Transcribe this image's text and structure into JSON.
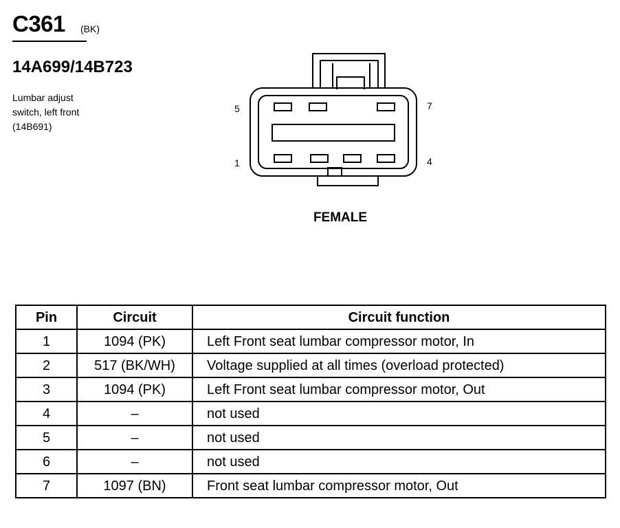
{
  "header": {
    "connector_id": "C361",
    "connector_color": "(BK)",
    "part_number": "14A699/14B723",
    "description_lines": [
      "Lumbar adjust",
      "switch, left front",
      "(14B691)"
    ]
  },
  "diagram": {
    "pin_labels": {
      "top_left": "5",
      "top_right": "7",
      "bottom_left": "1",
      "bottom_right": "4"
    },
    "gender": "FEMALE"
  },
  "table": {
    "headers": [
      "Pin",
      "Circuit",
      "Circuit function"
    ],
    "rows": [
      {
        "pin": "1",
        "circuit": "1094 (PK)",
        "function": "Left Front seat lumbar compressor motor, In"
      },
      {
        "pin": "2",
        "circuit": "517 (BK/WH)",
        "function": "Voltage supplied at all times (overload protected)"
      },
      {
        "pin": "3",
        "circuit": "1094 (PK)",
        "function": "Left Front seat lumbar compressor motor, Out"
      },
      {
        "pin": "4",
        "circuit": "–",
        "function": "not used"
      },
      {
        "pin": "5",
        "circuit": "–",
        "function": "not used"
      },
      {
        "pin": "6",
        "circuit": "–",
        "function": "not used"
      },
      {
        "pin": "7",
        "circuit": "1097 (BN)",
        "function": "Front seat lumbar compressor motor, Out"
      }
    ]
  }
}
